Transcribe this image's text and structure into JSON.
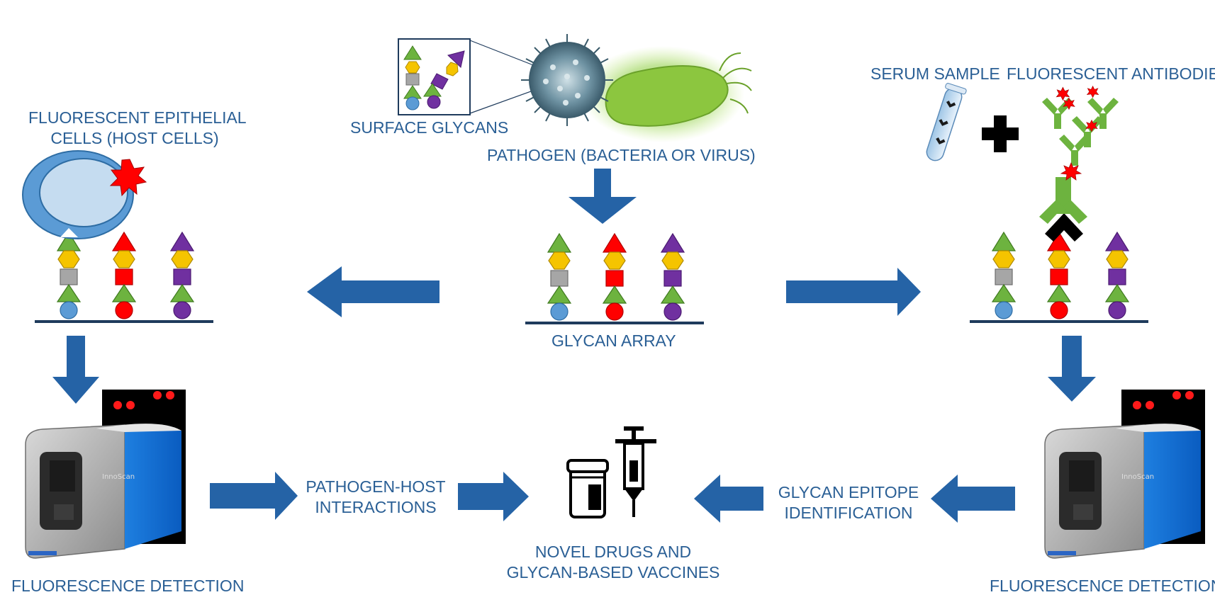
{
  "labels": {
    "surface_glycans": "SURFACE GLYCANS",
    "pathogen": "PATHOGEN (BACTERIA OR VIRUS)",
    "serum_sample": "SERUM SAMPLE",
    "fluorescent_antibodies": "FLUORESCENT ANTIBODIES",
    "epithelial_line1": "FLUORESCENT EPITHELIAL",
    "epithelial_line2": "CELLS (HOST CELLS)",
    "glycan_array": "GLYCAN ARRAY",
    "detection_left": "FLUORESCENCE DETECTION",
    "detection_right": "FLUORESCENCE DETECTION",
    "pathogen_host_line1": "PATHOGEN-HOST",
    "pathogen_host_line2": "INTERACTIONS",
    "epitope_line1": "GLYCAN EPITOPE",
    "epitope_line2": "IDENTIFICATION",
    "drugs_line1": "NOVEL DRUGS AND",
    "drugs_line2": "GLYCAN-BASED VACCINES"
  },
  "scanner_brand": "InnoScan",
  "colors": {
    "text": "#2a5f95",
    "arrow": "#2563a6",
    "green": "#6db33f",
    "yellow": "#f5c400",
    "gray": "#a6a6a6",
    "red": "#ff0000",
    "blue": "#5b9bd5",
    "purple": "#7030a0"
  },
  "icons": [
    "virus-icon",
    "bacterium-icon",
    "test-tube-icon",
    "plus-icon",
    "antibody-icon",
    "host-cell-icon",
    "scanner-icon",
    "pill-bottle-icon",
    "syringe-icon"
  ]
}
